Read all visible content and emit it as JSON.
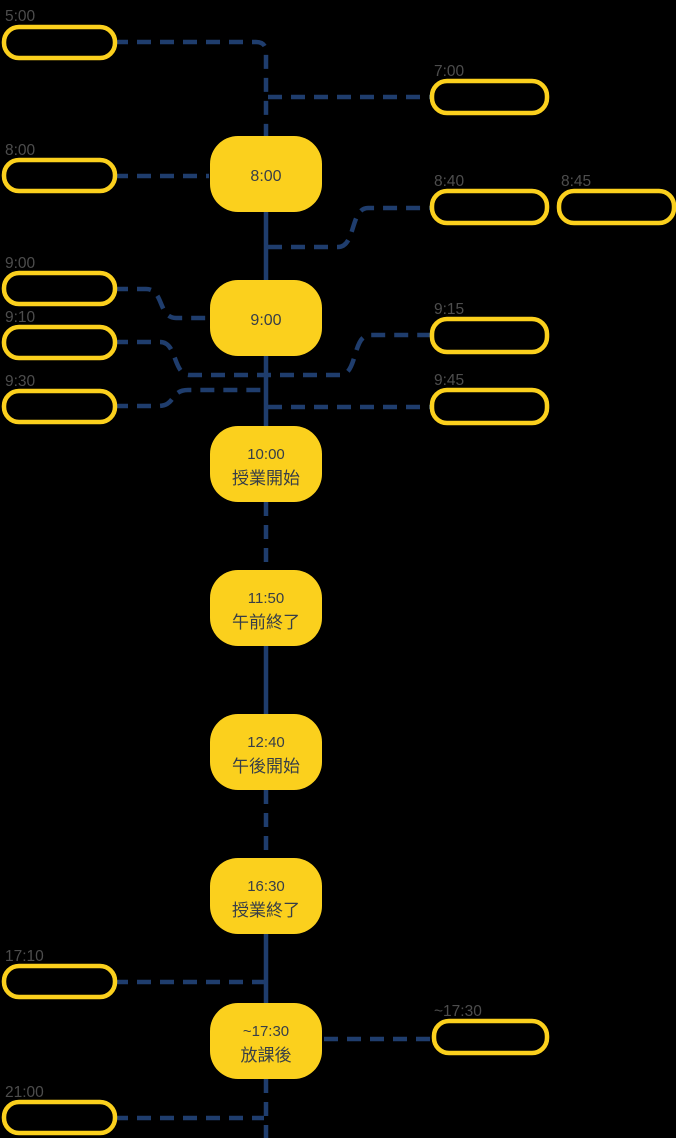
{
  "diagram": {
    "type": "daily-schedule-timeline",
    "colors": {
      "background": "#000000",
      "node_fill": "#fbd01d",
      "event_border": "#fbd01d",
      "edge": "#1f3d6d",
      "event_label_text": "#4d4d4d",
      "node_text": "#373e48"
    },
    "main_nodes": {
      "n0800": {
        "time": "8:00"
      },
      "n0900": {
        "time": "9:00"
      },
      "n1000": {
        "time": "10:00",
        "label": "授業開始"
      },
      "n1150": {
        "time": "11:50",
        "label": "午前終了"
      },
      "n1240": {
        "time": "12:40",
        "label": "午後開始"
      },
      "n1630": {
        "time": "16:30",
        "label": "授業終了"
      },
      "n1730": {
        "time": "~17:30",
        "label": "放課後"
      }
    },
    "left_events": {
      "t0500": "5:00",
      "t0800": "8:00",
      "t0900": "9:00",
      "t0910": "9:10",
      "t0930": "9:30",
      "t1710": "17:10",
      "t2100": "21:00"
    },
    "right_events": {
      "t0700": "7:00",
      "t0840": "8:40",
      "t0845": "8:45",
      "t0915": "9:15",
      "t0945": "9:45",
      "t1730": "~17:30"
    }
  }
}
